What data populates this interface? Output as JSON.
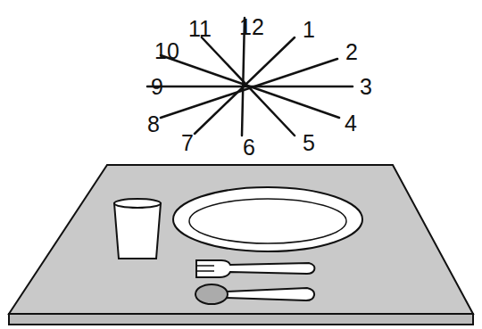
{
  "diagram": {
    "labels": [
      "12",
      "1",
      "2",
      "3",
      "4",
      "5",
      "6",
      "7",
      "8",
      "9",
      "10",
      "11"
    ]
  }
}
